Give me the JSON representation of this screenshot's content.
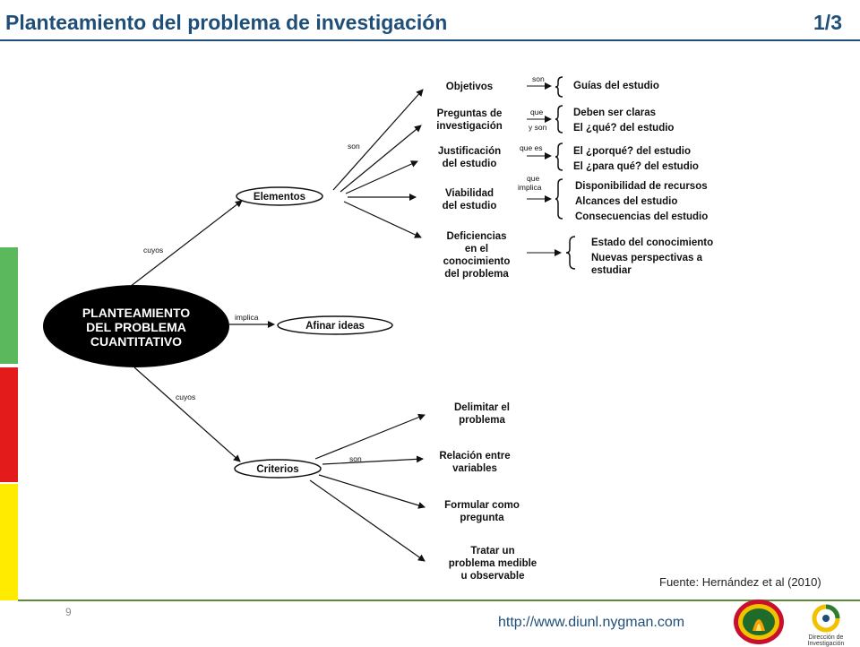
{
  "header": {
    "title": "Planteamiento del problema de investigación",
    "page": "1/3"
  },
  "diagram": {
    "root": [
      "PLANTEAMIENTO",
      "DEL PROBLEMA",
      "CUANTITATIVO"
    ],
    "rel_cuyos_top": "cuyos",
    "rel_cuyos_bottom": "cuyos",
    "rel_implica": "implica",
    "elementos": "Elementos",
    "afinar": "Afinar ideas",
    "criterios": "Criterios",
    "rel_son_elementos": "son",
    "rel_son_criterios": "son",
    "elementos_children": [
      {
        "label": [
          "Objetivos"
        ],
        "rel": [
          "son"
        ],
        "details": [
          "Guías del estudio"
        ]
      },
      {
        "label": [
          "Preguntas de",
          "investigación"
        ],
        "rel": [
          "que",
          "y son"
        ],
        "details": [
          "Deben ser claras",
          "El ¿qué? del estudio"
        ]
      },
      {
        "label": [
          "Justificación",
          "del estudio"
        ],
        "rel": [
          "que es"
        ],
        "details": [
          "El ¿porqué? del estudio",
          "El ¿para qué? del estudio"
        ]
      },
      {
        "label": [
          "Viabilidad",
          "del estudio"
        ],
        "rel": [
          "que",
          "implica"
        ],
        "details": [
          "Disponibilidad de recursos",
          "Alcances del estudio",
          "Consecuencias del estudio"
        ]
      },
      {
        "label": [
          "Deficiencias",
          "en el",
          "conocimiento",
          "del problema"
        ],
        "rel": [],
        "details": [
          "Estado del conocimiento",
          "Nuevas perspectivas a",
          "estudiar"
        ]
      }
    ],
    "criterios_children": [
      [
        "Delimitar el",
        "problema"
      ],
      [
        "Relación entre",
        "variables"
      ],
      [
        "Formular como",
        "pregunta"
      ],
      [
        "Tratar un",
        "problema medible",
        "u observable"
      ]
    ]
  },
  "footer": {
    "source": "Fuente: Hernández et al (2010)",
    "slide_number": "9",
    "url": "http://www.diunl.nygman.com",
    "logo_caption": "Dirección de Investigación"
  }
}
